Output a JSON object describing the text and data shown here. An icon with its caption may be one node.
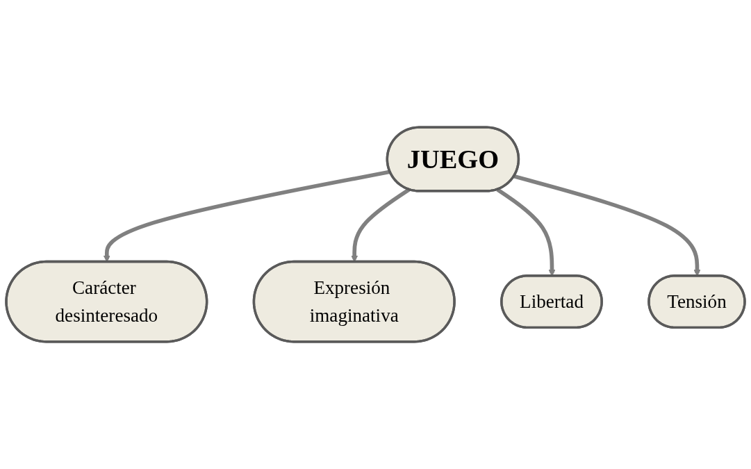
{
  "diagram": {
    "nodes": [
      {
        "text": [
          "Carácter desinteresado"
        ]
      },
      {
        "text": [
          "Expresión imaginativa"
        ]
      },
      {
        "text": [
          "JUEGO"
        ]
      },
      {
        "text": [
          "Libertad"
        ]
      },
      {
        "text": [
          "Tensión"
        ]
      }
    ],
    "edges": [
      {
        "from": 2,
        "to": 0,
        "arrow": "to"
      },
      {
        "from": 2,
        "to": 1,
        "arrow": "to"
      },
      {
        "from": 2,
        "to": 3,
        "arrow": "to"
      },
      {
        "from": 2,
        "to": 4,
        "arrow": "to"
      }
    ]
  }
}
